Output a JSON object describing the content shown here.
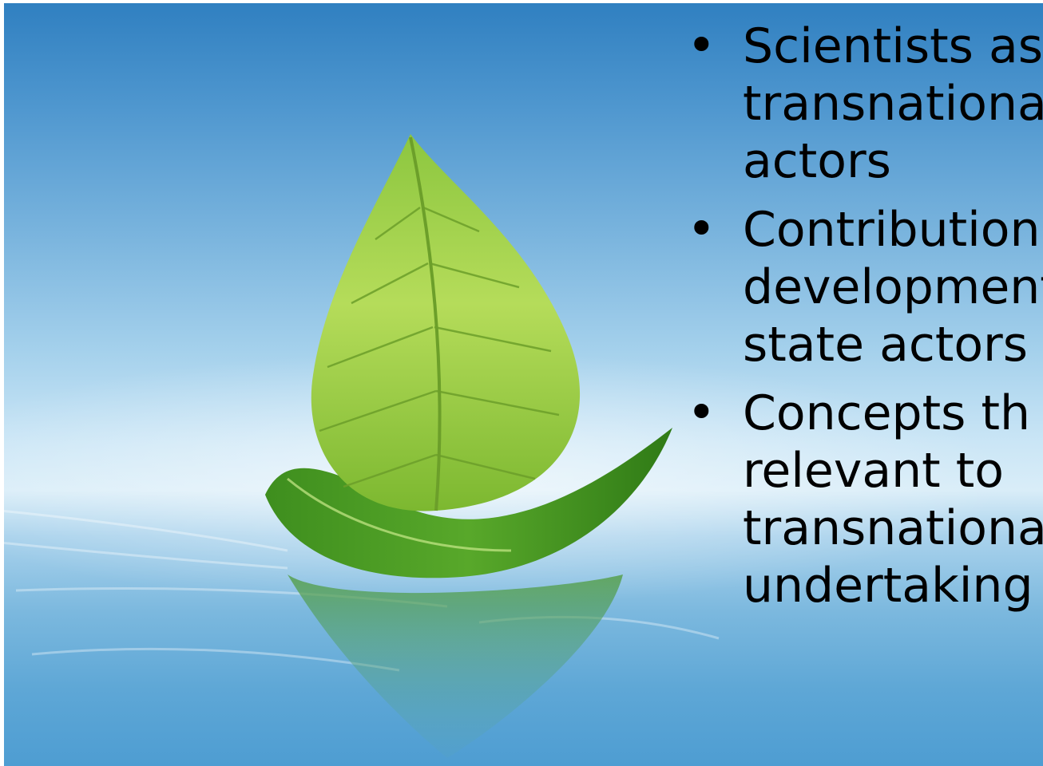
{
  "slide": {
    "bullet_glyph": "•",
    "bullets": [
      {
        "lines": [
          "Scientists as",
          "transnational",
          "actors"
        ]
      },
      {
        "lines": [
          "Contribution",
          "development",
          "state actors"
        ]
      },
      {
        "lines": [
          "Concepts th",
          "relevant to",
          "transnational",
          "undertaking"
        ]
      }
    ]
  },
  "colors": {
    "sky_top": "#2f7fc0",
    "horizon": "#d9edf8",
    "water": "#4e9dd2",
    "leaf_light": "#a8d64a",
    "leaf_dark": "#3f8f1c",
    "text": "#000000"
  },
  "image": {
    "subject": "leaf-sailboat-on-water"
  }
}
